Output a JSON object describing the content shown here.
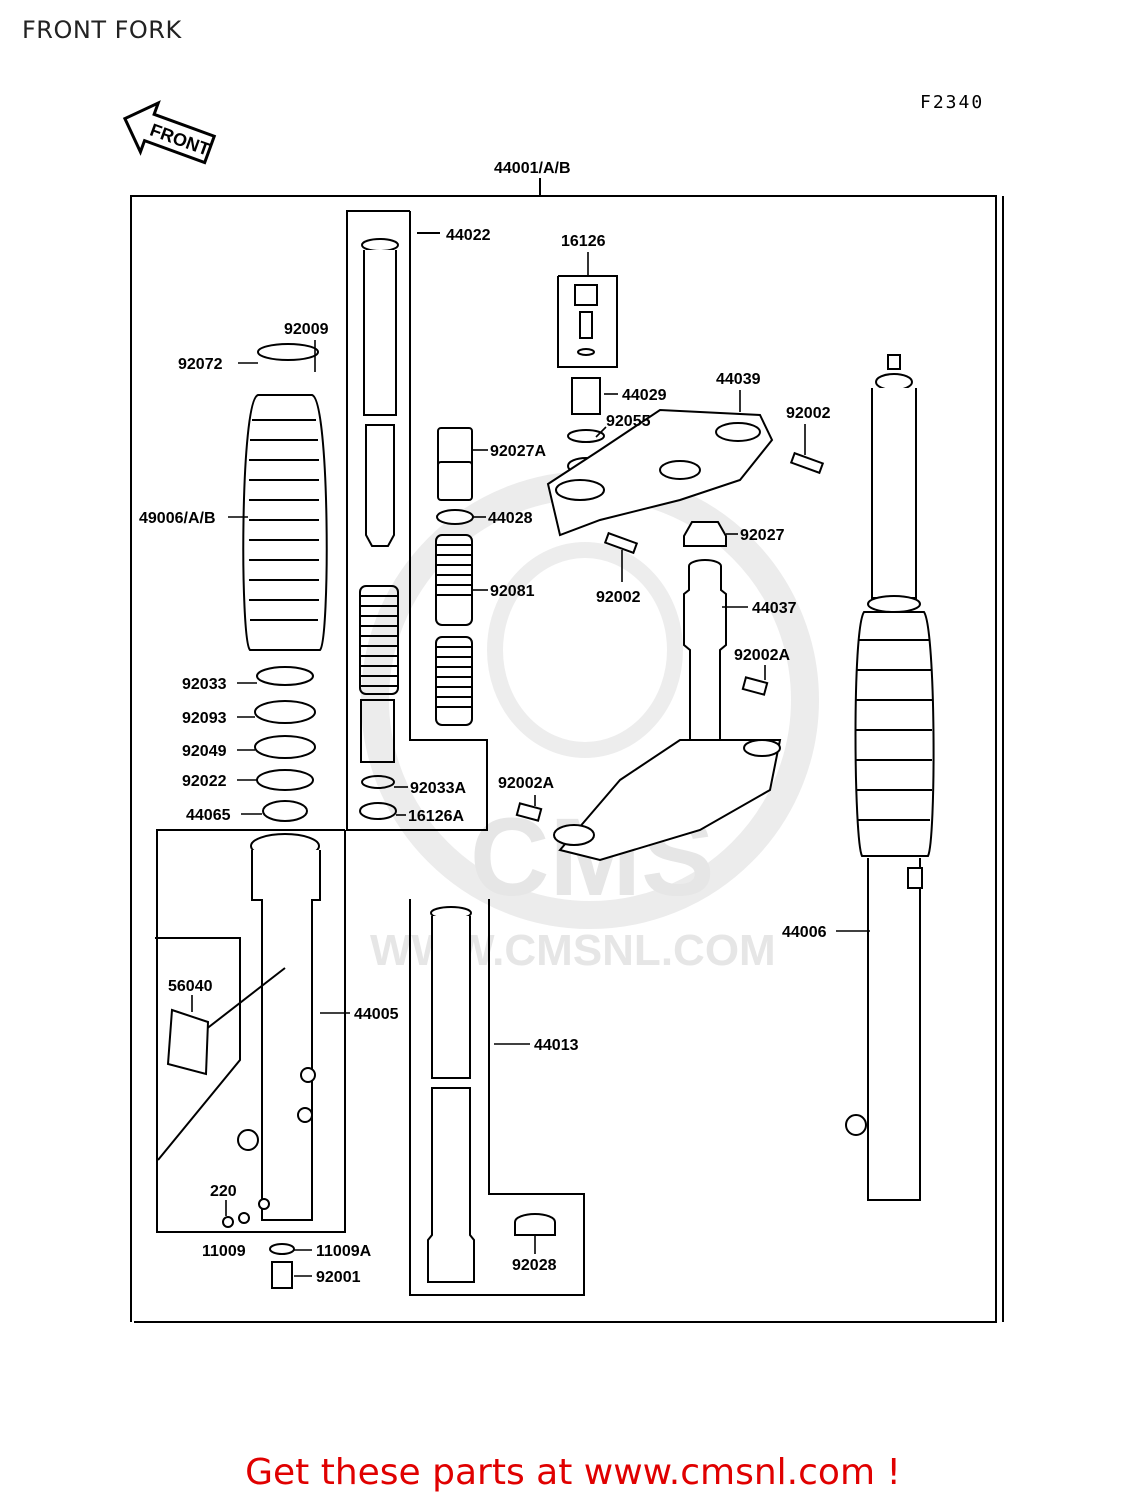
{
  "title": "FRONT FORK",
  "figure_code": "F2340",
  "front_arrow_label": "FRONT",
  "watermark": {
    "brand": "CMS",
    "site": "WWW.CMSNL.COM"
  },
  "assembly_label": "44001/A/B",
  "part_labels": {
    "p44022": "44022",
    "p16126": "16126",
    "p92009": "92009",
    "p92072": "92072",
    "p44029": "44029",
    "p44039": "44039",
    "p92055": "92055",
    "p92002_top": "92002",
    "p92027A": "92027A",
    "p49006": "49006/A/B",
    "p44028": "44028",
    "p92027": "92027",
    "p92002_mid": "92002",
    "p92081": "92081",
    "p44037": "44037",
    "p92002A_right": "92002A",
    "p92033": "92033",
    "p92093": "92093",
    "p92049": "92049",
    "p92022": "92022",
    "p92033A": "92033A",
    "p92002A_mid": "92002A",
    "p44065": "44065",
    "p16126A": "16126A",
    "p44006": "44006",
    "p56040": "56040",
    "p44005": "44005",
    "p44013": "44013",
    "p220": "220",
    "p11009": "11009",
    "p11009A": "11009A",
    "p92028": "92028",
    "p92001": "92001"
  },
  "footer": "Get these parts at www.cmsnl.com !"
}
